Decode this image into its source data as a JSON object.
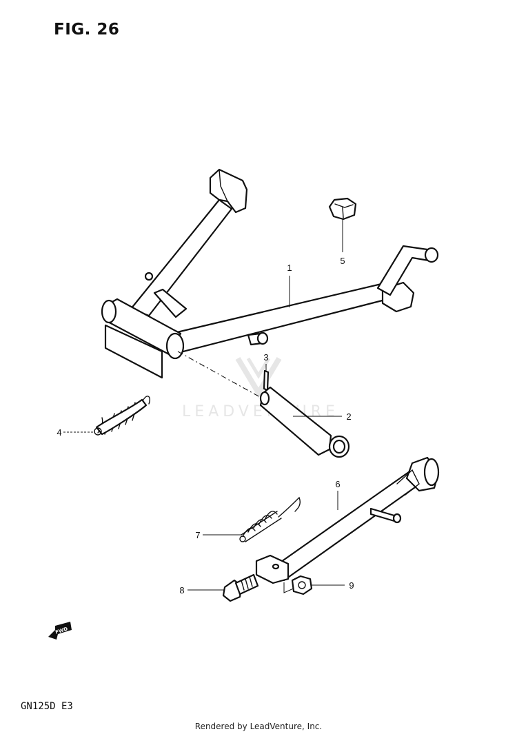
{
  "figure": {
    "title": "FIG. 26",
    "model_code": "GN125D E3",
    "rendered_by": "Rendered by LeadVenture, Inc.",
    "watermark": "LEADVENTURE",
    "forward_marker": "FWD"
  },
  "callouts": [
    "1",
    "2",
    "3",
    "4",
    "5",
    "6",
    "7",
    "8",
    "9"
  ]
}
